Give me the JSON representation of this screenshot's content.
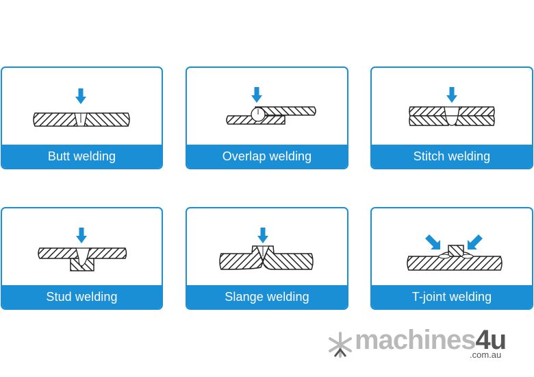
{
  "colors": {
    "accent": "#1a8fd6",
    "hatch": "#222222",
    "logo_light": "#b9b9b9",
    "logo_dark": "#555555"
  },
  "cards": [
    {
      "label": "Butt welding",
      "diagram": "butt-weld",
      "arrow": "down"
    },
    {
      "label": "Overlap welding",
      "diagram": "overlap-weld",
      "arrow": "down"
    },
    {
      "label": "Stitch welding",
      "diagram": "stitch-weld",
      "arrow": "down"
    },
    {
      "label": "Stud welding",
      "diagram": "stud-weld",
      "arrow": "down"
    },
    {
      "label": "Slange welding",
      "diagram": "flange-weld",
      "arrow": "down"
    },
    {
      "label": "T-joint welding",
      "diagram": "t-joint-weld",
      "arrow": "two-diagonal"
    }
  ],
  "logo": {
    "name_main": "machines",
    "name_accent": "4u",
    "domain": ".com.au"
  }
}
